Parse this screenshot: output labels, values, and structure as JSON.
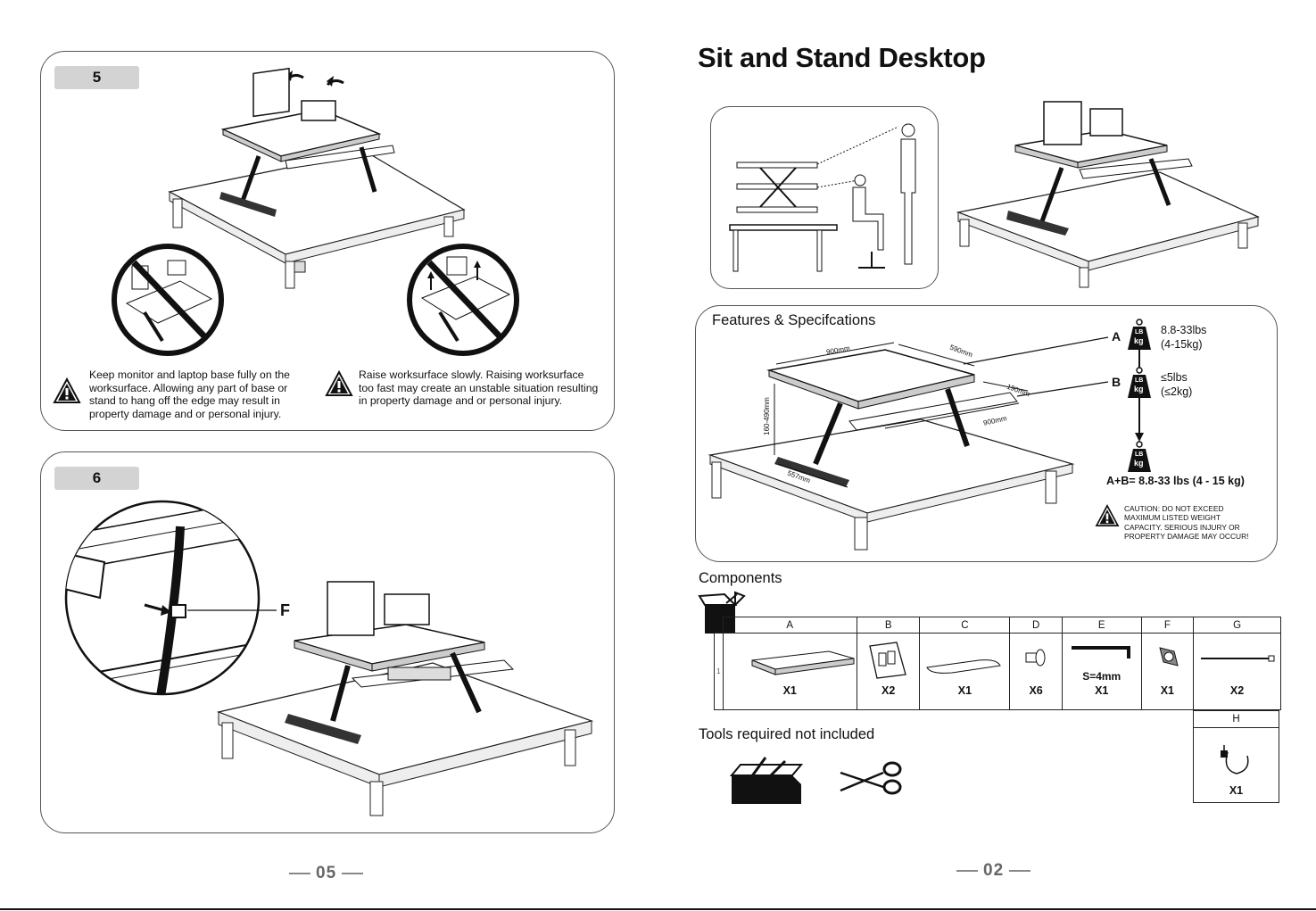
{
  "left_page": {
    "step5": {
      "badge": "5",
      "warning1": "Keep monitor and laptop base fully on the worksurface. Allowing any part of base or stand to hang off the edge may result in property damage and or personal injury.",
      "warning2": "Raise worksurface slowly. Raising worksurface too fast may create an unstable situation resulting in property damage and or personal injury."
    },
    "step6": {
      "badge": "6",
      "callout_label": "F"
    },
    "page_number": "05"
  },
  "right_page": {
    "title": "Sit and Stand Desktop",
    "features": {
      "heading": "Features & Specifcations",
      "dimensions": {
        "top_width": "900mm",
        "top_depth": "590mm",
        "keyboard_depth": "190mm",
        "keyboard_width": "900mm",
        "height_range": "160-490mm",
        "base_depth": "557mm"
      },
      "load_a": {
        "label": "A",
        "weight_lbs": "8.8-33lbs",
        "weight_kg": "(4-15kg)"
      },
      "load_b": {
        "label": "B",
        "weight_lbs": "≤5lbs",
        "weight_kg": "(≤2kg)"
      },
      "weight_icon_text": [
        "LB",
        "kg"
      ],
      "combined": "A+B= 8.8-33 lbs (4 - 15 kg)",
      "caution": "CAUTION:  DO NOT EXCEED MAXIMUM LISTED WEIGHT CAPACITY. SERIOUS INJURY OR PROPERTY DAMAGE MAY OCCUR!"
    },
    "components": {
      "heading": "Components",
      "row_number": "1",
      "columns": [
        {
          "letter": "A",
          "qty": "X1"
        },
        {
          "letter": "B",
          "qty": "X2"
        },
        {
          "letter": "C",
          "qty": "X1"
        },
        {
          "letter": "D",
          "qty": "X6"
        },
        {
          "letter": "E",
          "qty": "X1",
          "note": "S=4mm"
        },
        {
          "letter": "F",
          "qty": "X1"
        },
        {
          "letter": "G",
          "qty": "X2"
        }
      ],
      "extra": {
        "letter": "H",
        "qty": "X1"
      }
    },
    "tools": {
      "heading": "Tools required not included"
    },
    "page_number": "02"
  }
}
